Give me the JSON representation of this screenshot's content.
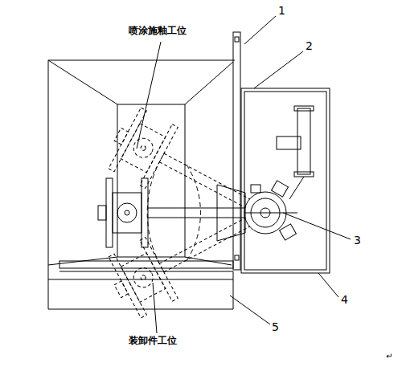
{
  "diagram": {
    "labels": [
      "喷涂施釉工位",
      "1",
      "2",
      "3",
      "4",
      "5",
      "装卸件工位",
      "↵"
    ]
  }
}
